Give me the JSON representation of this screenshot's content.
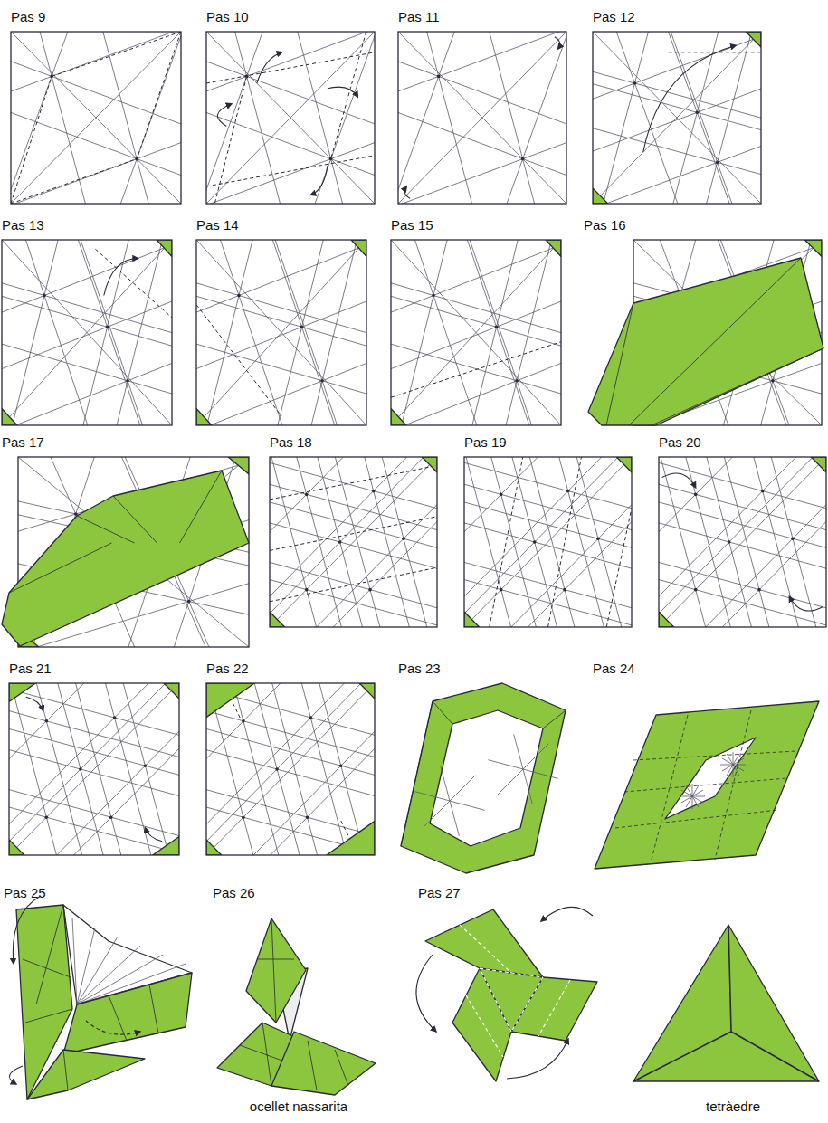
{
  "diagram": {
    "labels": [
      "Pas 9",
      "Pas 10",
      "Pas 11",
      "Pas 12",
      "Pas 13",
      "Pas 14",
      "Pas 15",
      "Pas 16",
      "Pas 17",
      "Pas 18",
      "Pas 19",
      "Pas 20",
      "Pas 21",
      "Pas 22",
      "Pas 23",
      "Pas 24",
      "Pas 25",
      "Pas 26",
      "Pas 27",
      "ocellet nassarita",
      "tetràedre"
    ]
  }
}
